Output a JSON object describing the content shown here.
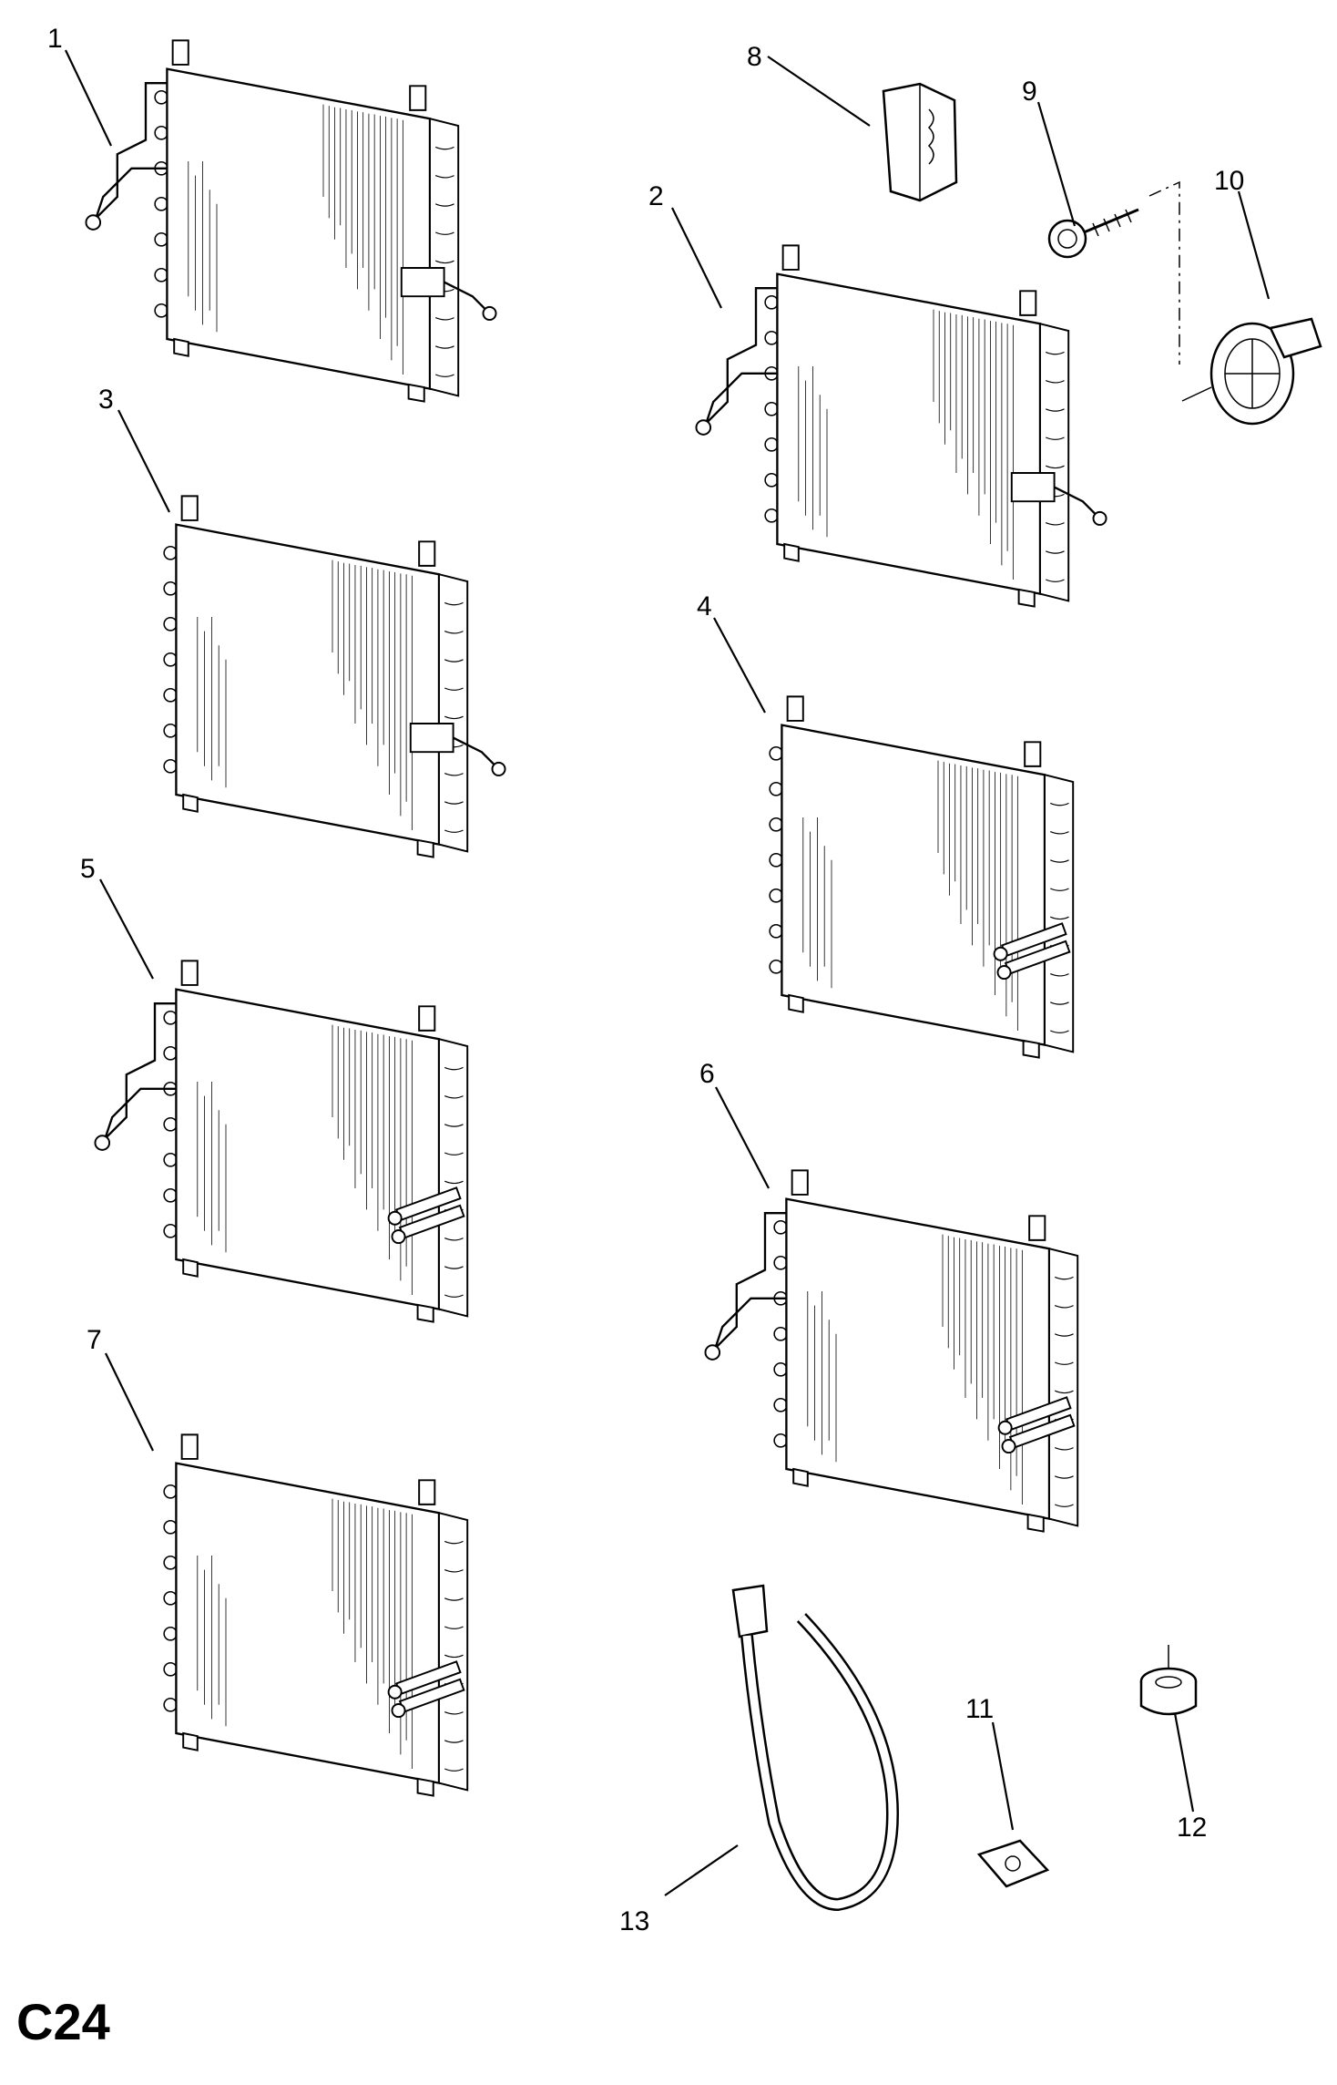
{
  "page_code": "C24",
  "callouts": [
    {
      "id": "1",
      "label": "1"
    },
    {
      "id": "2",
      "label": "2"
    },
    {
      "id": "3",
      "label": "3"
    },
    {
      "id": "4",
      "label": "4"
    },
    {
      "id": "5",
      "label": "5"
    },
    {
      "id": "6",
      "label": "6"
    },
    {
      "id": "7",
      "label": "7"
    },
    {
      "id": "8",
      "label": "8"
    },
    {
      "id": "9",
      "label": "9"
    },
    {
      "id": "10",
      "label": "10"
    },
    {
      "id": "11",
      "label": "11"
    },
    {
      "id": "12",
      "label": "12"
    },
    {
      "id": "13",
      "label": "13"
    }
  ],
  "parts": [
    {
      "callout": "1",
      "icon": "condenser-icon"
    },
    {
      "callout": "2",
      "icon": "condenser-icon"
    },
    {
      "callout": "3",
      "icon": "condenser-icon"
    },
    {
      "callout": "4",
      "icon": "condenser-icon"
    },
    {
      "callout": "5",
      "icon": "condenser-icon"
    },
    {
      "callout": "6",
      "icon": "condenser-icon"
    },
    {
      "callout": "7",
      "icon": "condenser-icon"
    },
    {
      "callout": "8",
      "icon": "clip-icon"
    },
    {
      "callout": "9",
      "icon": "screw-icon"
    },
    {
      "callout": "10",
      "icon": "fan-icon"
    },
    {
      "callout": "11",
      "icon": "speed-nut-icon"
    },
    {
      "callout": "12",
      "icon": "grommet-icon"
    },
    {
      "callout": "13",
      "icon": "cable-tie-icon"
    }
  ],
  "colors": {
    "line": "#000000",
    "background": "#ffffff"
  }
}
